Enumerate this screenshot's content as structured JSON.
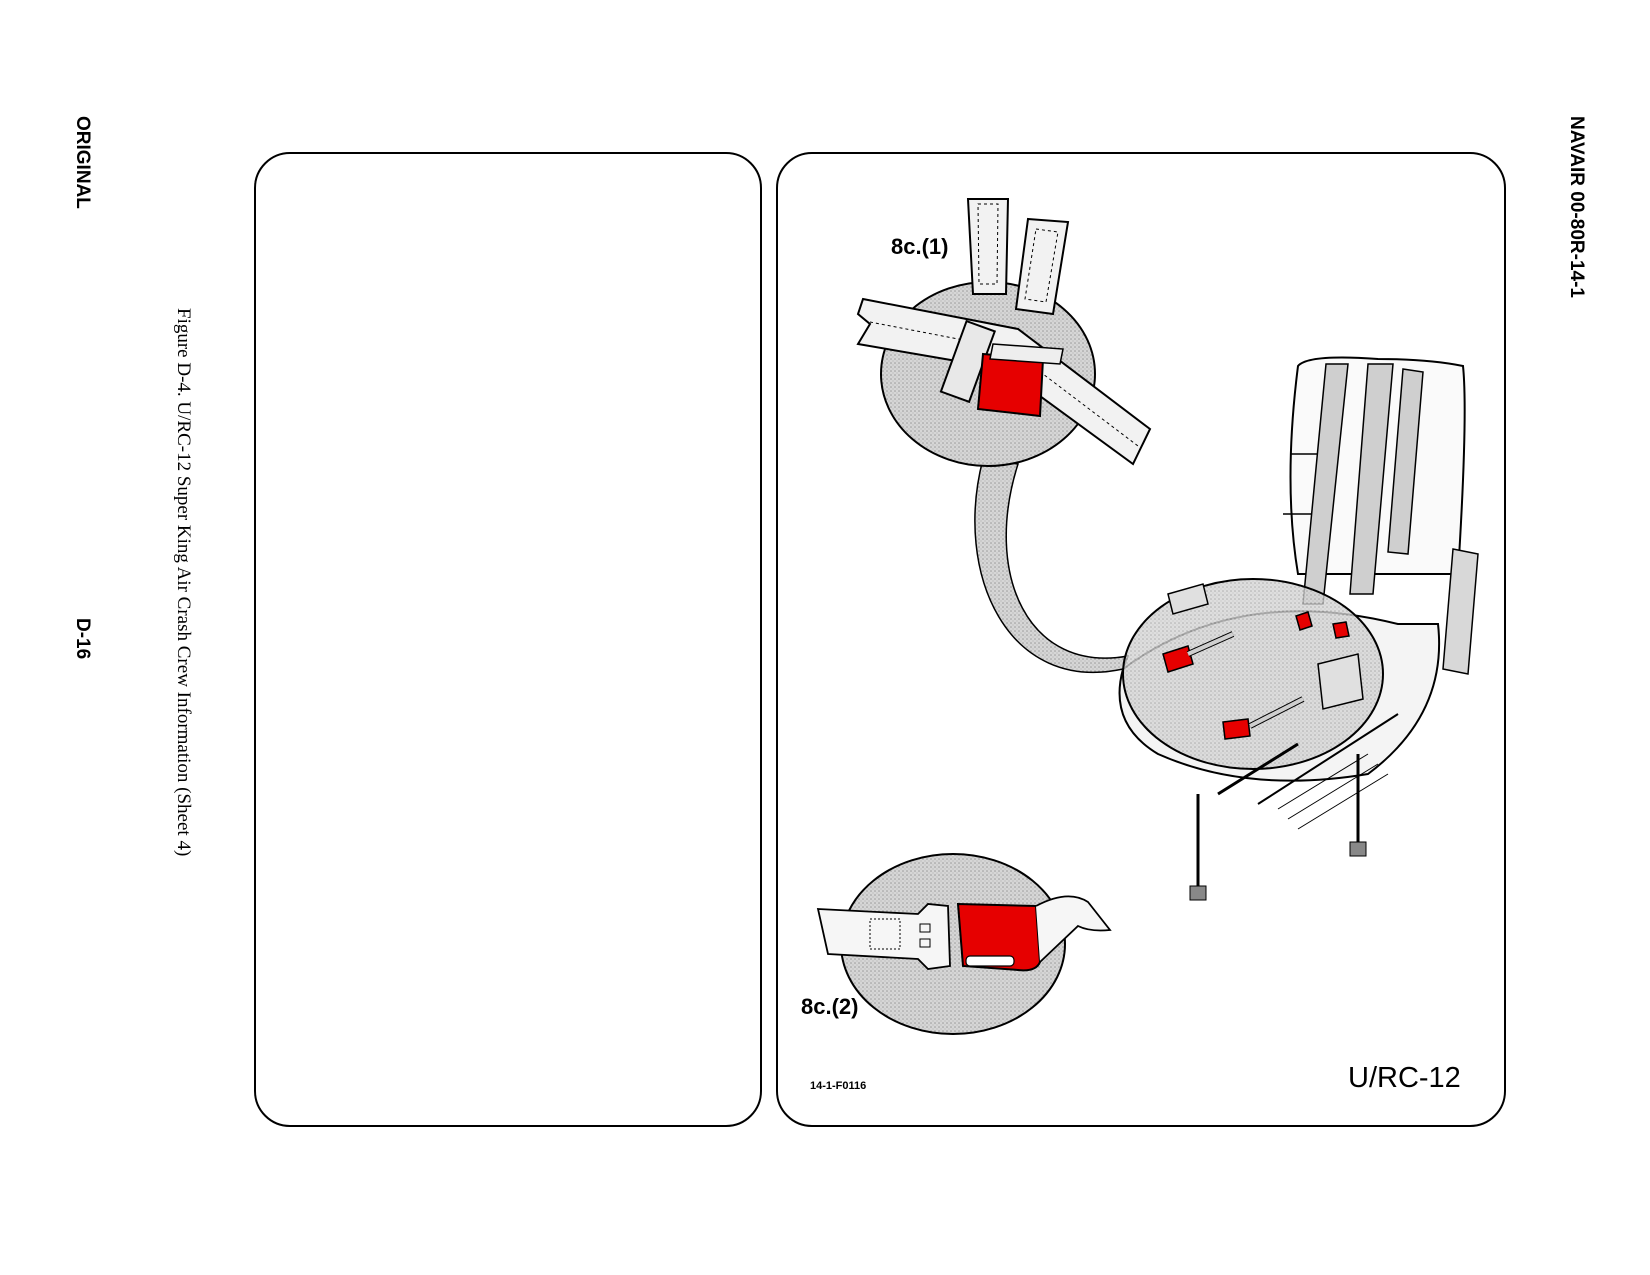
{
  "header": {
    "document_number": "NAVAIR 00-80R-14-1",
    "status": "ORIGINAL",
    "page_number": "D-16"
  },
  "figure": {
    "caption": "Figure D-4.  U/RC-12 Super King Air Crash Crew Information (Sheet 4)",
    "callout_1": "8c.(1)",
    "callout_2": "8c.(2)",
    "figure_code": "14-1-F0116",
    "aircraft": "U/RC-12"
  },
  "colors": {
    "highlight": "#e60000",
    "shade": "#c8c8c8",
    "ink": "#000000"
  }
}
